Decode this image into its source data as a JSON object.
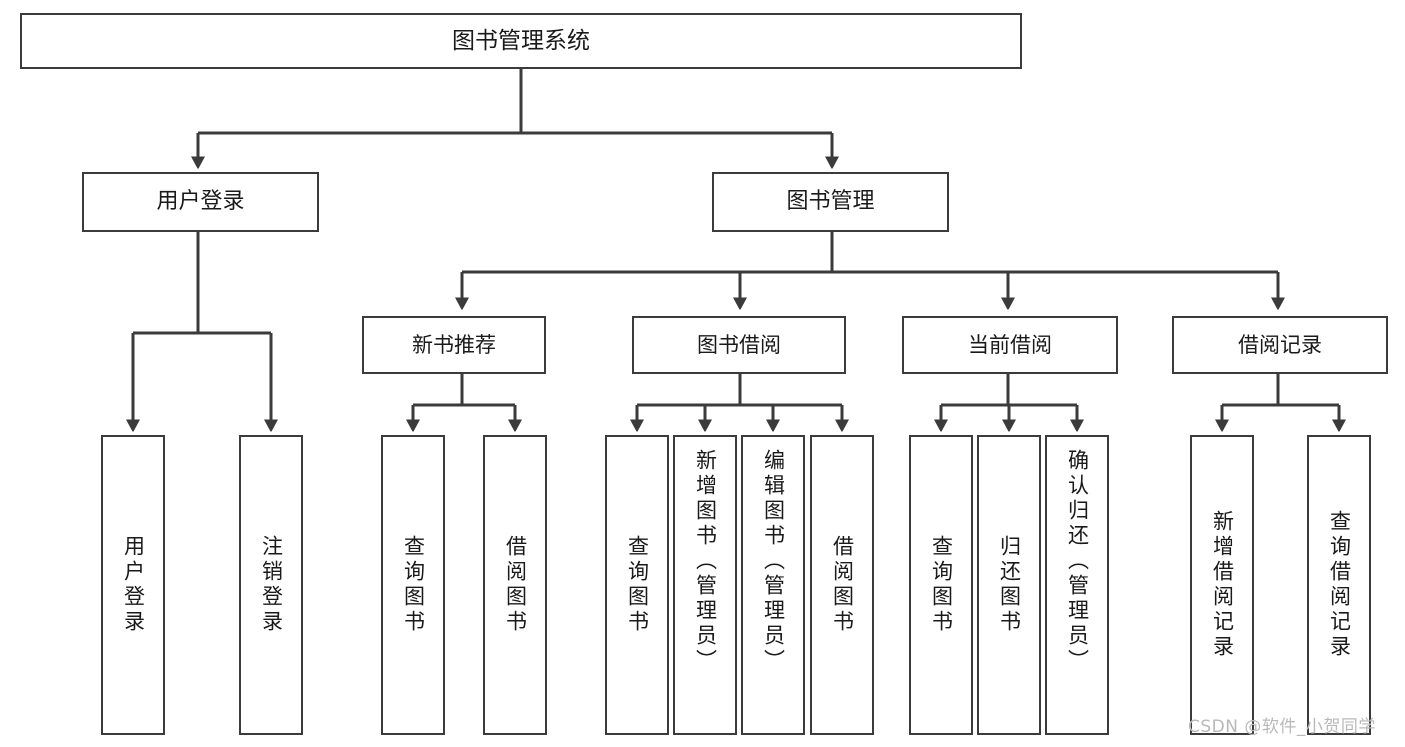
{
  "diagram": {
    "title": "图书管理系统",
    "type": "功能结构图",
    "stroke_color": "#3b3b3b",
    "text_color": "#1a1a1a",
    "background_color": "#ffffff",
    "watermark": "CSDN @软件_小贺同学",
    "watermark_color": "#b9b9b9",
    "root": {
      "label": "图书管理系统"
    },
    "level1": [
      {
        "label": "用户登录"
      },
      {
        "label": "图书管理"
      }
    ],
    "level2": [
      {
        "label": "新书推荐"
      },
      {
        "label": "图书借阅"
      },
      {
        "label": "当前借阅"
      },
      {
        "label": "借阅记录"
      }
    ],
    "leaves": {
      "user_login": [
        {
          "label": "用户登录"
        },
        {
          "label": "注销登录"
        }
      ],
      "new_book": [
        {
          "label": "查询图书"
        },
        {
          "label": "借阅图书"
        }
      ],
      "book_borrow": [
        {
          "label": "查询图书"
        },
        {
          "label": "新增图书（管理员）"
        },
        {
          "label": "编辑图书（管理员）"
        },
        {
          "label": "借阅图书"
        }
      ],
      "current_borrow": [
        {
          "label": "查询图书"
        },
        {
          "label": "归还图书"
        },
        {
          "label": "确认归还（管理员）"
        }
      ],
      "borrow_record": [
        {
          "label": "新增借阅记录"
        },
        {
          "label": "查询借阅记录"
        }
      ]
    }
  }
}
